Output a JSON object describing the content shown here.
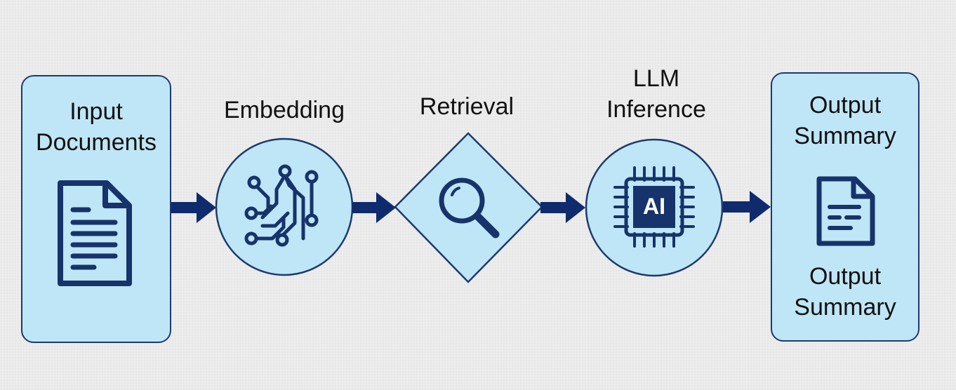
{
  "diagram": {
    "type": "pipeline-flowchart",
    "colors": {
      "node_fill": "#bfe6f6",
      "node_stroke": "#1e3a6e",
      "icon": "#16336b",
      "arrow": "#0f2b6e",
      "background": "#ececec"
    },
    "nodes": [
      {
        "id": "input",
        "shape": "rounded-rect",
        "label_line1": "Input",
        "label_line2": "Documents",
        "icon": "document-icon"
      },
      {
        "id": "embedding",
        "shape": "circle",
        "label": "Embedding",
        "icon": "neural-circuit-icon"
      },
      {
        "id": "retrieval",
        "shape": "diamond",
        "label": "Retrieval",
        "icon": "magnifier-icon"
      },
      {
        "id": "inference",
        "shape": "circle",
        "label_line1": "LLM",
        "label_line2": "Inference",
        "icon": "ai-chip-icon",
        "icon_text": "AI"
      },
      {
        "id": "output",
        "shape": "rounded-rect",
        "label_line1": "Output",
        "label_line2": "Summary",
        "bottom_line1": "Output",
        "bottom_line2": "Summary",
        "icon": "summary-document-icon"
      }
    ],
    "edges": [
      {
        "from": "input",
        "to": "embedding"
      },
      {
        "from": "embedding",
        "to": "retrieval"
      },
      {
        "from": "retrieval",
        "to": "inference"
      },
      {
        "from": "inference",
        "to": "output"
      }
    ]
  }
}
